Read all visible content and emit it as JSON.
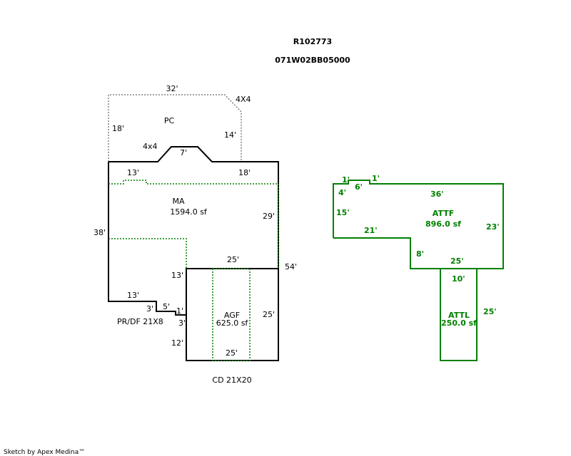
{
  "header": {
    "record_id": "R102773",
    "parcel_id": "071W02BB05000"
  },
  "footer": {
    "credit": "Sketch by Apex Medina™"
  },
  "colors": {
    "main_line": "#000000",
    "interior_line": "#008000",
    "porch_line": "#808080",
    "garage_line": "#008000"
  },
  "main_building": {
    "pc": {
      "label": "PC",
      "dim_top": "32'",
      "dim_corner": "4X4",
      "dim_left": "18'",
      "dim_right": "14'",
      "dim_peak_left": "4x4",
      "dim_peak": "7'"
    },
    "ma": {
      "label": "MA",
      "area": "1594.0 sf",
      "dim_top_right": "18'",
      "dim_bump": "13'",
      "dim_right": "29'",
      "dim_left": "38'",
      "dim_outer_right": "54'"
    },
    "agf": {
      "label": "AGF",
      "area": "625.0 sf",
      "dim_top": "25'",
      "dim_bottom": "25'",
      "dim_left_upper": "13'",
      "dim_right": "25'",
      "dim_left_lower": "12'"
    },
    "steps": {
      "dim_bottom": "13'",
      "dim_step1": "3'",
      "dim_step2": "5'",
      "dim_step3": "1'",
      "dim_step4": "3'",
      "label": "PR/DF 21X8"
    },
    "cd_label": "CD 21X20"
  },
  "garage_building": {
    "attf": {
      "label": "ATTF",
      "area": "896.0 sf",
      "dim_notch_left": "1'",
      "dim_notch_right": "1'",
      "dim_notch_top": "6'",
      "dim_left_small": "4'",
      "dim_top": "36'",
      "dim_left": "15'",
      "dim_bottom_left": "21'",
      "dim_right": "23'",
      "dim_step": "8'",
      "dim_bottom_right": "25'"
    },
    "attl": {
      "label": "ATTL",
      "area": "250.0 sf",
      "dim_top": "10'",
      "dim_right": "25'"
    }
  }
}
